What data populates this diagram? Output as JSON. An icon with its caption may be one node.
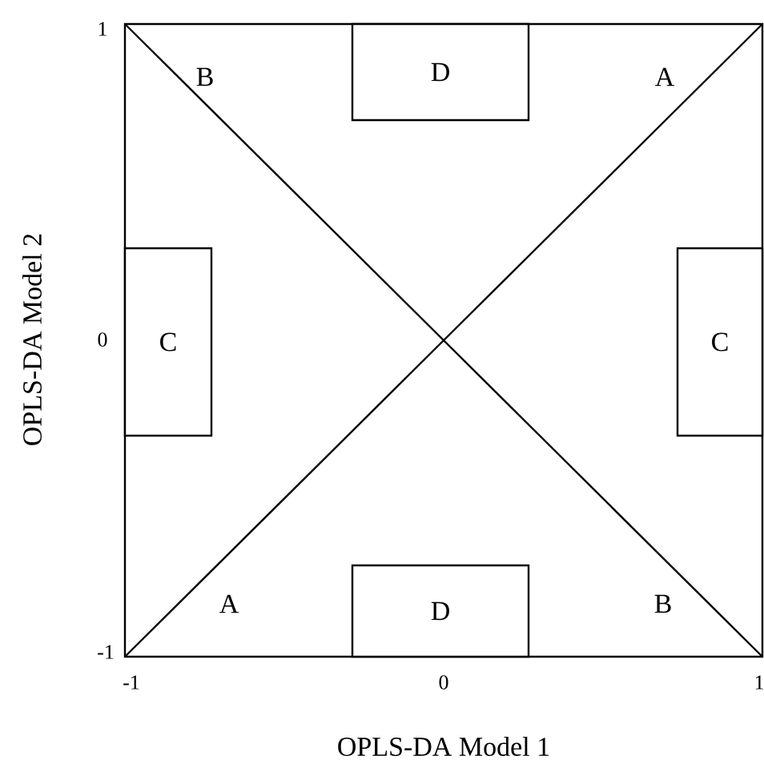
{
  "diagram": {
    "nodes": [
      {
        "text": [
          "D"
        ]
      },
      {
        "text": [
          "C"
        ]
      },
      {
        "text": [
          "C"
        ]
      },
      {
        "text": [
          "D"
        ]
      }
    ],
    "labels": [
      "1",
      "B",
      "A",
      "0",
      "-1",
      "A",
      "B",
      "-1",
      "0",
      "1",
      "OPLS-DA Model 1",
      "OPLS-DA Model 2"
    ]
  }
}
